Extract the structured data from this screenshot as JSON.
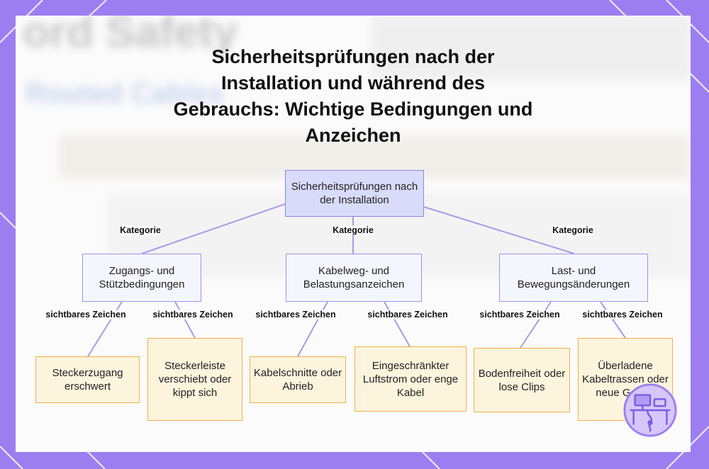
{
  "title_lines": [
    "Sicherheitsprüfungen nach der",
    "Installation und während des",
    "Gebrauchs: Wichtige Bedingungen und",
    "Anzeichen"
  ],
  "root": "Sicherheitsprüfungen nach der Installation",
  "categories": [
    {
      "label": "Zugangs- und Stützbedingungen",
      "edge_label": "Kategorie"
    },
    {
      "label": "Kabelweg- und Belastungsanzeichen",
      "edge_label": "Kategorie"
    },
    {
      "label": "Last- und Bewegungsänderungen",
      "edge_label": "Kategorie"
    }
  ],
  "leaves": [
    {
      "label": "Steckerzugang erschwert",
      "edge_label": "sichtbares Zeichen"
    },
    {
      "label": "Steckerleiste verschiebt oder kippt sich",
      "edge_label": "sichtbares Zeichen"
    },
    {
      "label": "Kabelschnitte oder Abrieb",
      "edge_label": "sichtbares Zeichen"
    },
    {
      "label": "Eingeschränkter Luftstrom oder enge Kabel",
      "edge_label": "sichtbares Zeichen"
    },
    {
      "label": "Bodenfreiheit oder lose Clips",
      "edge_label": "sichtbares Zeichen"
    },
    {
      "label": "Überladene Kabeltrassen oder neue Geräte",
      "edge_label": "sichtbares Zeichen"
    }
  ],
  "colors": {
    "frame": "#9d7ef0",
    "root_fill": "#d8dcfa",
    "category_fill": "#f4f6fd",
    "leaf_fill": "#fdf4dd",
    "leaf_border": "#efb04c",
    "edge": "#a99be8"
  },
  "icons": [
    "desk-workstation-logo-icon"
  ]
}
